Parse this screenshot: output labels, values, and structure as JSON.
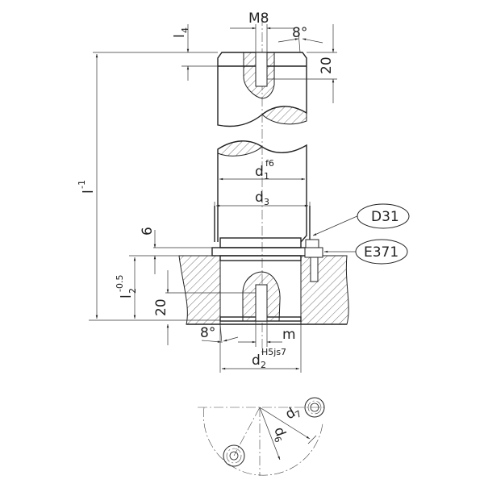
{
  "title": "Shaft and bushing mounting drawing",
  "labels": {
    "thread": "M8",
    "angle_top": "8°",
    "depth_top": "20",
    "l4_main": "l",
    "l4_sub": "4",
    "l_main": "l",
    "l_sup": "-1",
    "d1_main": "d",
    "d1_sub": "1",
    "d1_sup": "f6",
    "d3_main": "d",
    "d3_sub": "3",
    "part_d31": "D31",
    "part_e371": "E371",
    "six": "6",
    "l2_main": "l",
    "l2_sub": "2",
    "l2_sup": "-0.5",
    "depth_bottom": "20",
    "angle_bottom": "8°",
    "m": "m",
    "d2_main": "d",
    "d2_sub": "2",
    "d2_sup": "H5js7",
    "d6_main": "d",
    "d6_sub": "6",
    "d7_main": "d",
    "d7_sub": "7"
  }
}
